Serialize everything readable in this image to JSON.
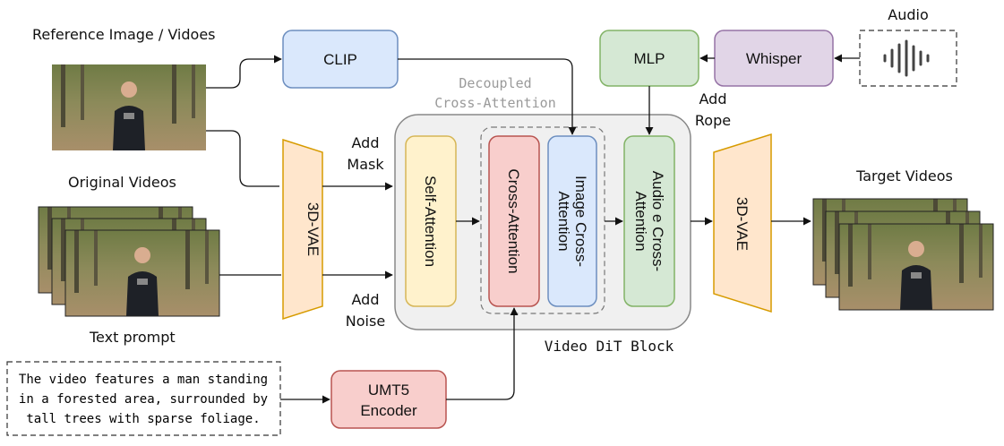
{
  "labels": {
    "reference_images": "Reference Image / Vidoes",
    "original_videos": "Original Videos",
    "text_prompt": "Text prompt",
    "target_videos": "Target Videos",
    "audio": "Audio",
    "add_mask_1": "Add",
    "add_mask_2": "Mask",
    "add_noise_1": "Add",
    "add_noise_2": "Noise",
    "add_rope_1": "Add",
    "add_rope_2": "Rope",
    "decoupled_1": "Decoupled",
    "decoupled_2": "Cross-Attention",
    "video_dit_block": "Video DiT Block"
  },
  "boxes": {
    "clip": "CLIP",
    "mlp": "MLP",
    "whisper": "Whisper",
    "vae_in": "3D-VAE",
    "vae_out": "3D-VAE",
    "self_attention": "Self-Attention",
    "cross_attention": "Cross-Attention",
    "image_cross_1": "Image Cross-",
    "image_cross_2": "Attention",
    "audio_cross_1": "Audio e Cross-",
    "audio_cross_2": "Attention",
    "umt5_1": "UMT5",
    "umt5_2": "Encoder"
  },
  "prompt": {
    "line1": "The video features a man standing",
    "line2": "in a forested area, surrounded by",
    "line3": "tall trees with sparse foliage."
  },
  "colors": {
    "clip_fill": "#dae8fc",
    "clip_stroke": "#6c8ebf",
    "mlp_fill": "#d5e8d4",
    "mlp_stroke": "#82b366",
    "whisper_fill": "#e1d5e7",
    "whisper_stroke": "#9673a6",
    "vae_fill": "#ffe6cc",
    "vae_stroke": "#d79b00",
    "self_fill": "#fff2cc",
    "self_stroke": "#d6b656",
    "cross_fill": "#f8cecc",
    "cross_stroke": "#b85450",
    "dit_fill": "#f0f0f0",
    "dit_stroke": "#888888"
  },
  "icons": {
    "audio": "audio-waveform-icon",
    "video": "video-frame-icon"
  }
}
